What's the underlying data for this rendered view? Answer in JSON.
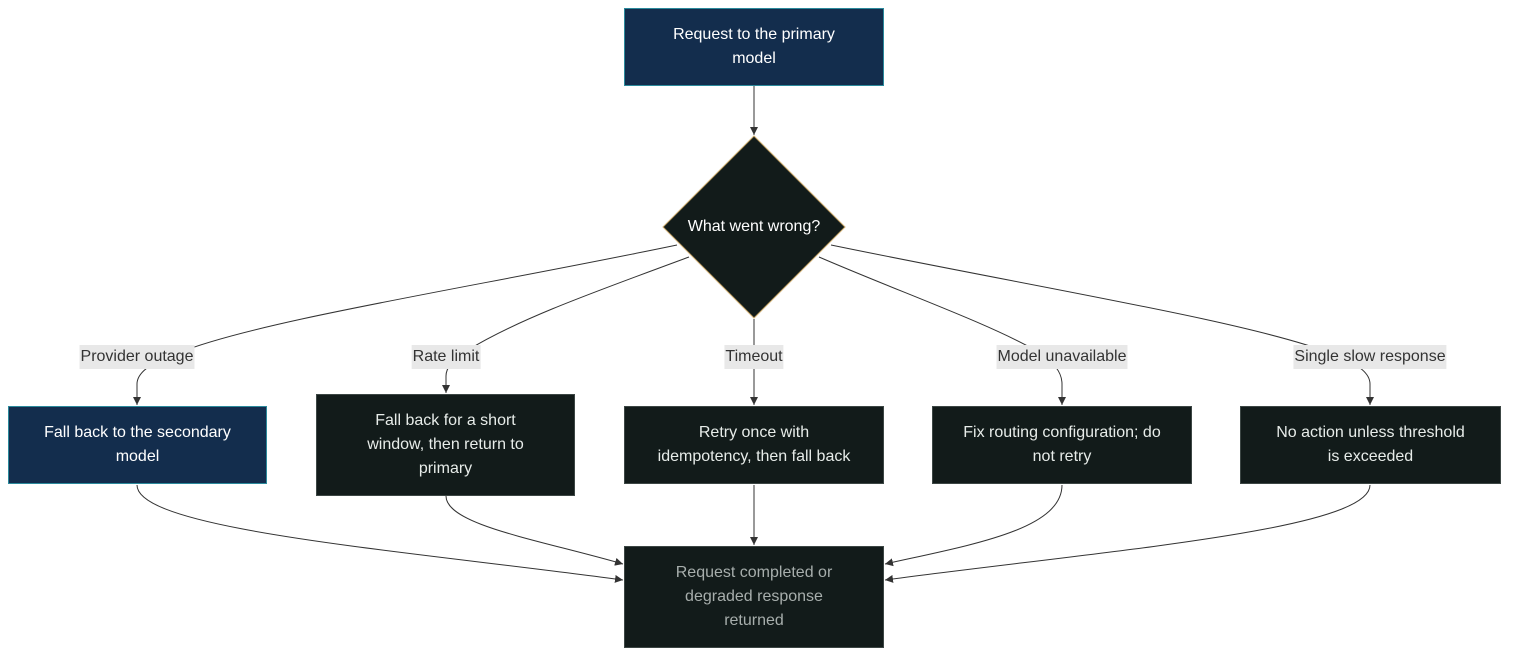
{
  "colors": {
    "primary_fill": "#132d4d",
    "primary_border": "#2b8a9c",
    "dark_fill": "#121b1a",
    "decision_border": "#c9a86b",
    "edge_stroke": "#333333",
    "edge_label_bg": "#e8e8e8"
  },
  "nodes": {
    "start": "Request to the primary model",
    "decision": "What went wrong?",
    "secondary": "Fall back to the secondary model",
    "short_window": "Fall back for a short window, then return to primary",
    "retry": "Retry once with idempotency, then fall back",
    "fix_routing": "Fix routing configuration; do not retry",
    "no_action": "No action unless threshold is exceeded",
    "end": "Request completed or degraded response returned"
  },
  "edge_labels": {
    "provider_outage": "Provider outage",
    "rate_limit": "Rate limit",
    "timeout": "Timeout",
    "model_unavailable": "Model unavailable",
    "single_slow": "Single slow response"
  }
}
